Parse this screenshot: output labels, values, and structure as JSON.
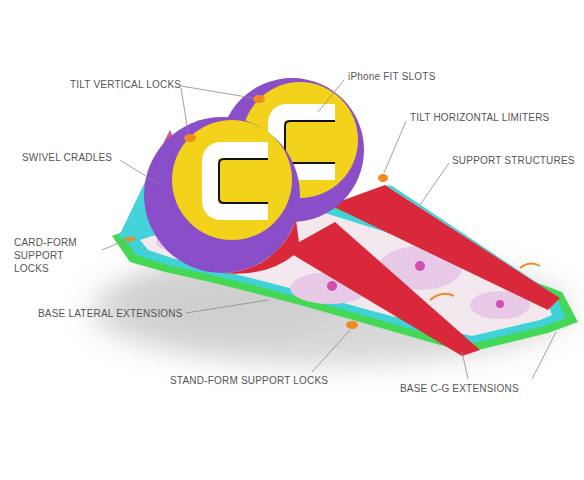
{
  "diagram": {
    "labels": [
      "TILT VERTICAL LOCKS",
      "iPhone FIT SLOTS",
      "TILT HORIZONTAL LIMITERS",
      "SWIVEL CRADLES",
      "SUPPORT STRUCTURES",
      "CARD-FORM SUPPORT LOCKS",
      "BASE LATERAL EXTENSIONS",
      "STAND-FORM SUPPORT LOCKS",
      "BASE C-G EXTENSIONS"
    ]
  }
}
